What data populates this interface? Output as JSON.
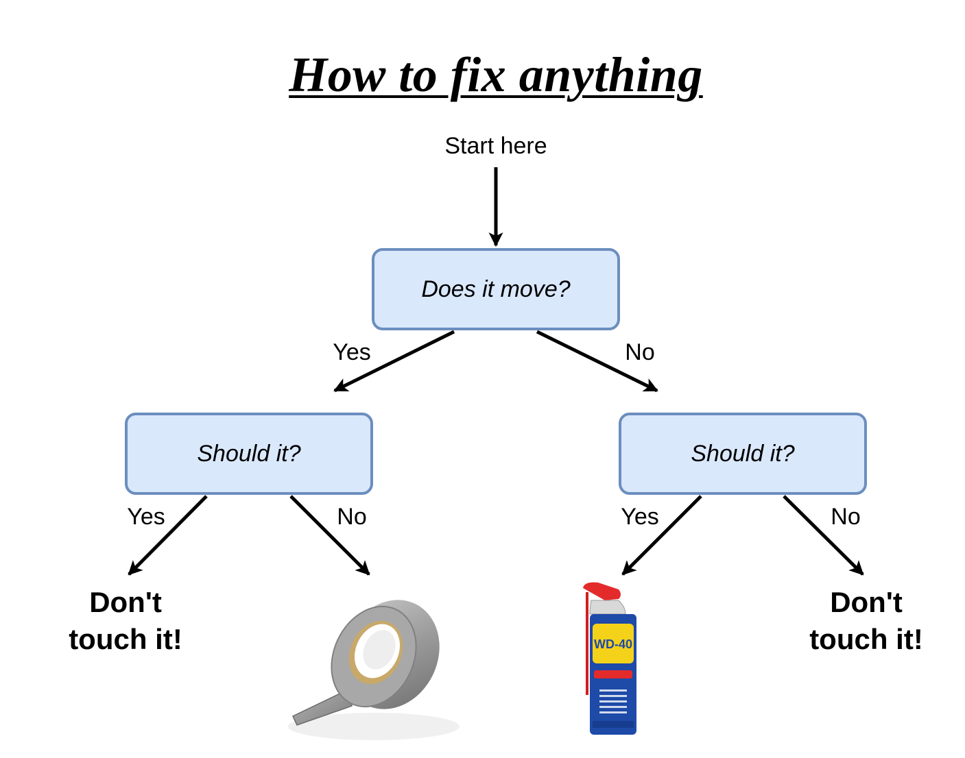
{
  "title": "How to fix anything",
  "start_label": "Start here",
  "root_question": "Does it move?",
  "left_question": "Should it?",
  "right_question": "Should it?",
  "root_yes": "Yes",
  "root_no": "No",
  "left_yes": "Yes",
  "left_no": "No",
  "right_yes": "Yes",
  "right_no": "No",
  "outcome_left_line1": "Don't",
  "outcome_left_line2": "touch it!",
  "outcome_right_line1": "Don't",
  "outcome_right_line2": "touch it!",
  "wd40_brand": "WD-40",
  "colors": {
    "box_fill": "#dae8fc",
    "box_border": "#6c8ebf",
    "arrow": "#000000"
  },
  "icons": [
    "duct-tape-icon",
    "wd40-can-icon"
  ]
}
